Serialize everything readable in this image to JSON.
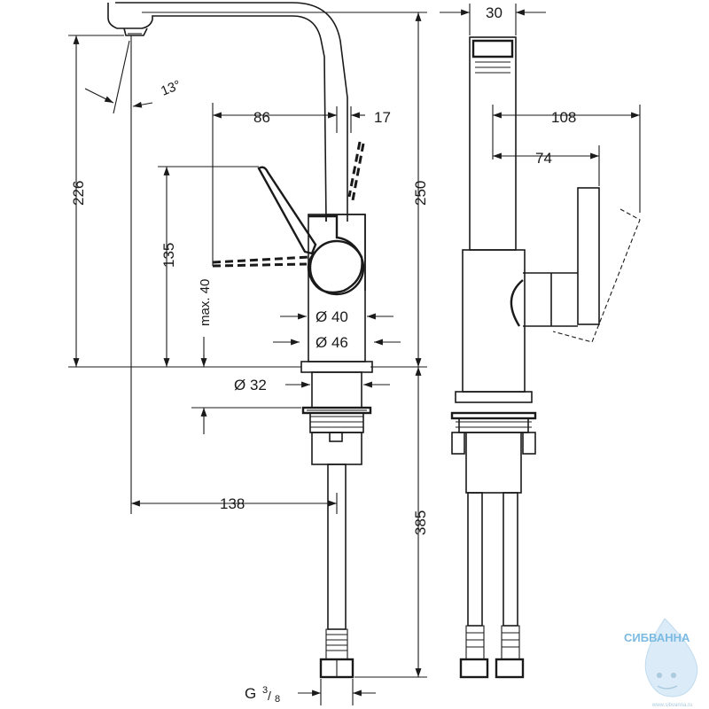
{
  "dimensions": {
    "width_top": "30",
    "angle": "13°",
    "spout_reach_86": "86",
    "offset_17": "17",
    "reach_108": "108",
    "handle_74": "74",
    "height_226": "226",
    "height_250": "250",
    "lever_135": "135",
    "max_40": "max. 40",
    "dia_40": "Ø 40",
    "dia_46": "Ø 46",
    "dia_32": "Ø 32",
    "reach_138": "138",
    "hose_385": "385",
    "thread_g": "G",
    "thread_frac_num": "3",
    "thread_frac_den": "8"
  },
  "watermark": {
    "brand": "СИБВАННА",
    "site": "www.sibvanna.ru"
  },
  "colors": {
    "line": "#1a1a1a",
    "watermark": "#4fa3d9"
  }
}
